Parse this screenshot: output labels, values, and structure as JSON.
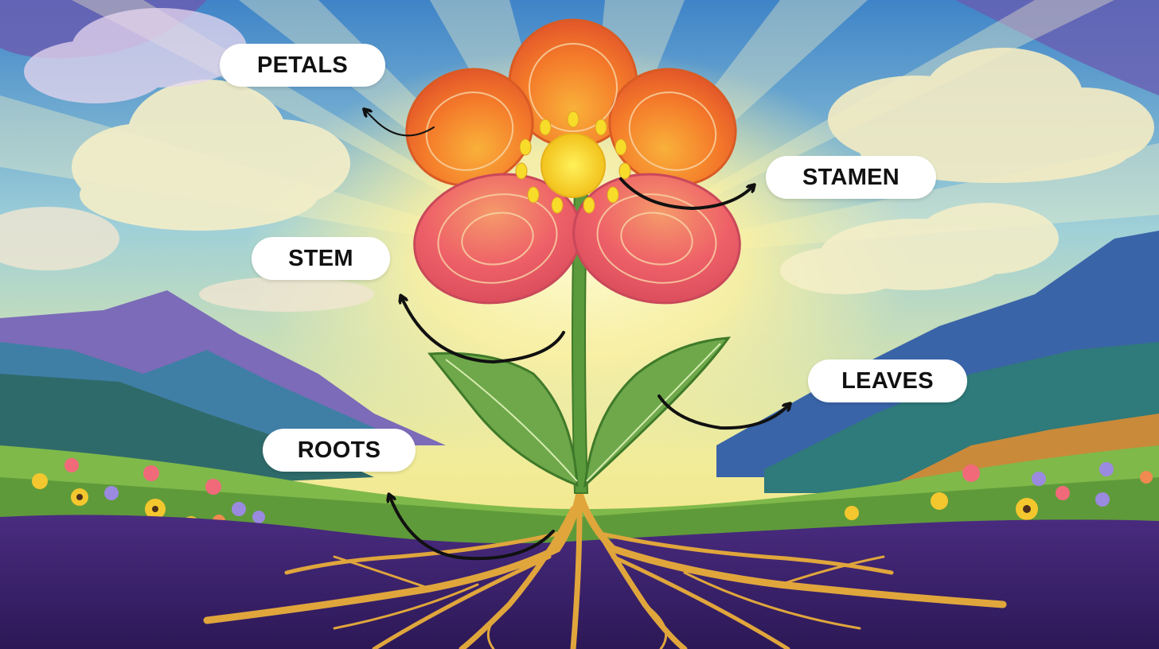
{
  "diagram": {
    "labels": {
      "petals": "PETALS",
      "stamen": "STAMEN",
      "stem": "STEM",
      "leaves": "LEAVES",
      "roots": "ROOTS"
    }
  },
  "colors": {
    "sky_top": "#3c8fcf",
    "sun_glow": "#fff6a8",
    "petal_orange": "#f4762a",
    "petal_pink": "#ee5a68",
    "flower_center": "#f7dc2a",
    "stem_green": "#5a9a3c",
    "leaf_green": "#6ea84a",
    "root_gold": "#e0a63c",
    "soil_purple": "#3d2572",
    "grass_green": "#7fb94a",
    "mountain_blue": "#3f6fae",
    "arrow": "#111111",
    "label_bg": "#ffffff"
  }
}
